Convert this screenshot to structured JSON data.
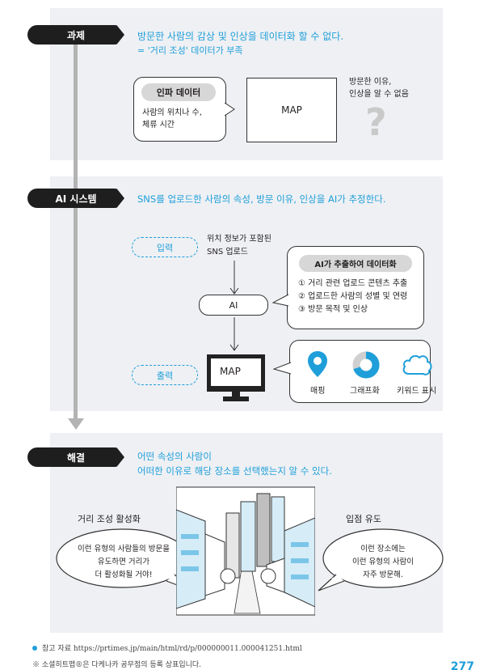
{
  "problem": {
    "label": "과제",
    "line1": "방문한 사람의 감상 및 인상을 데이터화 할 수 없다.",
    "line2": "= '거리 조성' 데이터가 부족",
    "infra_tag": "인파 데이터",
    "infra_desc1": "사람의 위치나 수,",
    "infra_desc2": "체류 시간",
    "map": "MAP",
    "unknown1": "방문한 이유,",
    "unknown2": "인상을 알 수 없음",
    "question": "?"
  },
  "ai": {
    "label": "AI 시스템",
    "headline": "SNS를 업로드한 사람의 속성, 방문 이유, 인상을 AI가 추정한다.",
    "input_label": "입력",
    "input_desc1": "위치 정보가 포함된",
    "input_desc2": "SNS 업로드",
    "ai_box": "AI",
    "extract_tag": "AI가 추출하여 데이터화",
    "extract_items": [
      "① 거리 관련 업로드 콘텐츠 추출",
      "② 업로드한 사람의 성별 및 연령",
      "③ 방문 목적 및 인상"
    ],
    "output_label": "출력",
    "monitor_text": "MAP",
    "outputs": [
      "매핑",
      "그래프화",
      "키워드 표시"
    ],
    "accent": "#1f9fd9"
  },
  "solution": {
    "label": "해결",
    "line1": "어떤 속성의 사람이",
    "line2": "어떠한 이유로 해당 장소를 선택했는지 알 수 있다.",
    "left_title": "거리 조성 활성화",
    "left_bubble": [
      "이런 유형의 사람들의 방문을",
      "유도하면 거리가",
      "더 활성화될 거야!"
    ],
    "right_title": "입점 유도",
    "right_bubble": [
      "이런 장소에는",
      "이런 유형의 사람이",
      "자주 방문해."
    ]
  },
  "footer": {
    "reference": "참고 자료 https://prtimes.jp/main/html/rd/p/000000011.000041251.html",
    "trademark": "※ 소셜히트맵®은 다케나카 공무점의 등록 상표입니다.",
    "page": "277"
  }
}
